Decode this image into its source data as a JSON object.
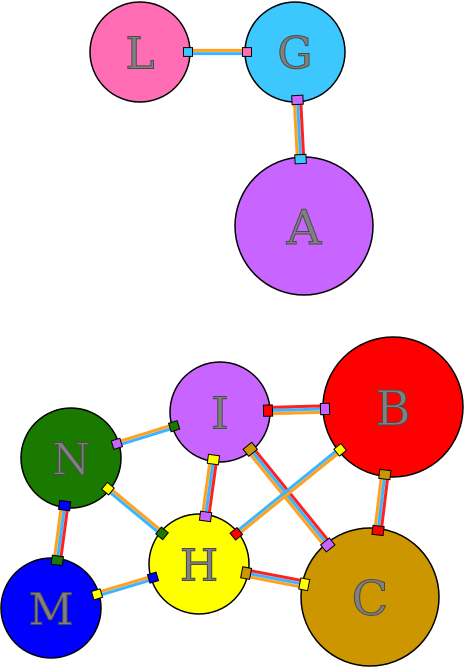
{
  "nodes": [
    {
      "id": "L",
      "label": "L",
      "color": "#ff6eb4"
    },
    {
      "id": "G",
      "label": "G",
      "color": "#3cc8ff"
    },
    {
      "id": "A",
      "label": "A",
      "color": "#c864ff"
    },
    {
      "id": "I",
      "label": "I",
      "color": "#c864ff"
    },
    {
      "id": "B",
      "label": "B",
      "color": "#ff0000"
    },
    {
      "id": "N",
      "label": "N",
      "color": "#1a7a00"
    },
    {
      "id": "H",
      "label": "H",
      "color": "#ffff00"
    },
    {
      "id": "M",
      "label": "M",
      "color": "#0000ff"
    },
    {
      "id": "C",
      "label": "C",
      "color": "#cc9600"
    }
  ],
  "edges": [
    {
      "from": "L",
      "to": "G",
      "colors": [
        "#ffa020",
        "#3cb4ff"
      ]
    },
    {
      "from": "G",
      "to": "A",
      "colors": [
        "#ff2020",
        "#3cb4ff",
        "#ffa020"
      ]
    },
    {
      "from": "I",
      "to": "B",
      "colors": [
        "#ff2020",
        "#3cb4ff",
        "#ffa020"
      ]
    },
    {
      "from": "N",
      "to": "I",
      "colors": [
        "#ffa020",
        "#3cb4ff"
      ]
    },
    {
      "from": "N",
      "to": "M",
      "colors": [
        "#ff2020",
        "#3cb4ff",
        "#ffa020"
      ]
    },
    {
      "from": "N",
      "to": "H",
      "colors": [
        "#ffa020",
        "#3cb4ff"
      ]
    },
    {
      "from": "I",
      "to": "H",
      "colors": [
        "#ff2020",
        "#3cb4ff",
        "#ffa020"
      ]
    },
    {
      "from": "I",
      "to": "C",
      "colors": [
        "#ff2020",
        "#3cb4ff",
        "#ffa020"
      ]
    },
    {
      "from": "B",
      "to": "H",
      "colors": [
        "#ffa020",
        "#3cb4ff"
      ]
    },
    {
      "from": "B",
      "to": "C",
      "colors": [
        "#ff2020",
        "#3cb4ff",
        "#ffa020"
      ]
    },
    {
      "from": "M",
      "to": "H",
      "colors": [
        "#ffa020",
        "#3cb4ff"
      ]
    },
    {
      "from": "H",
      "to": "C",
      "colors": [
        "#ff2020",
        "#3cb4ff",
        "#ffa020"
      ]
    }
  ]
}
